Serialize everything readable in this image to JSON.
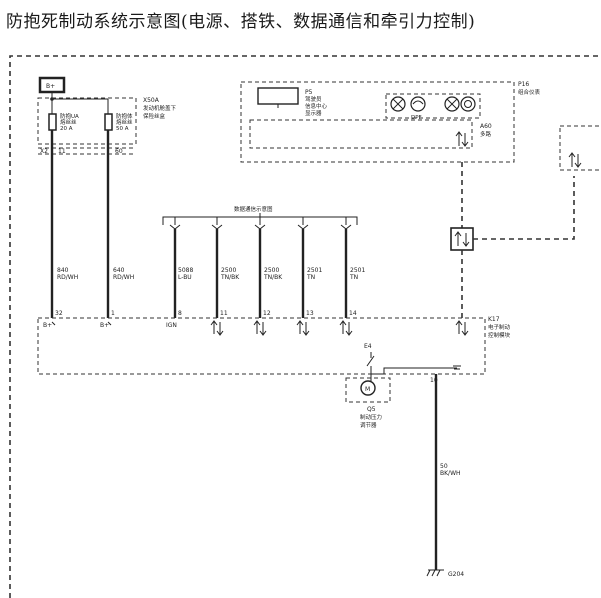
{
  "title": "防抱死制动系统示意图(电源、搭铁、数据通信和牵引力控制)",
  "bplus_tag": "B+",
  "x50a": {
    "id": "X50A",
    "name_1": "发动机舱盖下",
    "name_2": "保险丝盒"
  },
  "fuse_1": {
    "l1": "防抱UA",
    "l2": "熔丝丝",
    "rating": "20 A"
  },
  "fuse_2": {
    "l1": "防抱体",
    "l2": "熔丝丝",
    "rating": "50 A"
  },
  "x2_pin": "X2",
  "pin_11": "11",
  "pin_60": "60",
  "wire_1": {
    "circuit": "840",
    "color": "RD/WH"
  },
  "wire_2": {
    "circuit": "640",
    "color": "RD/WH"
  },
  "data_bus": {
    "label": "数据通信示意图"
  },
  "bus_wires": [
    {
      "circuit": "5088",
      "color": "L-BU"
    },
    {
      "circuit": "2500",
      "color": "TN/BK"
    },
    {
      "circuit": "2500",
      "color": "TN/BK"
    },
    {
      "circuit": "2501",
      "color": "TN"
    },
    {
      "circuit": "2501",
      "color": "TN"
    }
  ],
  "p16": {
    "id": "P16",
    "name": "组合仪表"
  },
  "p5": {
    "id": "P5",
    "l1": "驾驶员",
    "l2": "信息中心",
    "l3": "显示器"
  },
  "a60": {
    "id": "A60",
    "name": "多路"
  },
  "dpf_tag": "DPF",
  "k17": {
    "id": "K17",
    "l1": "电子制动",
    "l2": "控制模块"
  },
  "k17_pins": {
    "p1": "32",
    "p2": "1",
    "p3": "8",
    "p4": "11",
    "p5": "12",
    "p6": "13",
    "p7": "14"
  },
  "k17_terms": {
    "t1": "B+",
    "t2": "B+",
    "t3": "IGN"
  },
  "pin_10": "10",
  "e4": {
    "id": "E4"
  },
  "q5": {
    "id": "Q5",
    "l1": "制动压力",
    "l2": "调节器"
  },
  "motor_tag": "M",
  "ground_wire": {
    "circuit": "50",
    "color": "BK/WH"
  },
  "g204": {
    "id": "G204"
  }
}
